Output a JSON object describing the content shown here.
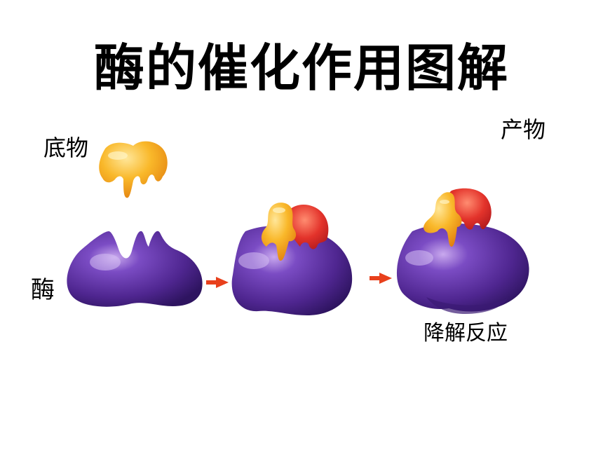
{
  "title": "酶的催化作用图解",
  "labels": {
    "substrate": "底物",
    "enzyme": "酶",
    "product": "产物",
    "reaction": "降解反应"
  },
  "colors": {
    "enzyme": "#5b2fa0",
    "substrate": "#f7b021",
    "product": "#e23a2e",
    "arrow": "#e8401c"
  }
}
